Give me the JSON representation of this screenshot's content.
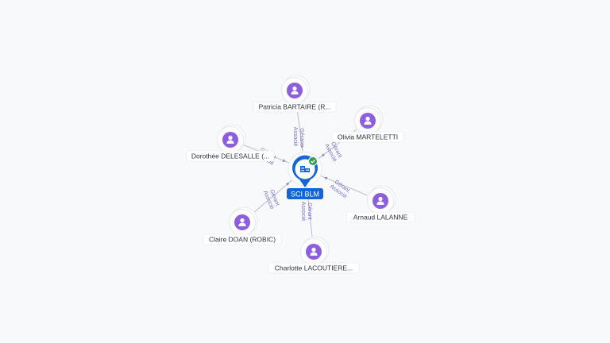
{
  "colors": {
    "background": "#f8f9fb",
    "person_node": "#8e5ee0",
    "company_node": "#1565d8",
    "verified_badge": "#2e9d56",
    "edge": "#b9bccf",
    "edge_label": "#7a6fc8"
  },
  "center": {
    "label": "SCI BLM",
    "icon": "company-building-icon",
    "badge_icon": "check-icon"
  },
  "people": [
    {
      "id": "patricia",
      "label": "Patricia BARTAIRE (R...",
      "roles": [
        "Gérant",
        "Associé"
      ]
    },
    {
      "id": "olivia",
      "label": "Olivia MARTELETTI",
      "roles": [
        "Gérant",
        "Associé"
      ]
    },
    {
      "id": "dorothee",
      "label": "Dorothée DELESALLE (...",
      "roles": [
        "Gérant",
        "Associé"
      ]
    },
    {
      "id": "arnaud",
      "label": "Arnaud LALANNE",
      "roles": [
        "Gérant",
        "Associé"
      ]
    },
    {
      "id": "claire",
      "label": "Claire DOAN (ROBIC)",
      "roles": [
        "Gérant",
        "Associé"
      ]
    },
    {
      "id": "charlotte",
      "label": "Charlotte LACOUTIERE...",
      "roles": [
        "Gérant",
        "Associé"
      ]
    }
  ]
}
